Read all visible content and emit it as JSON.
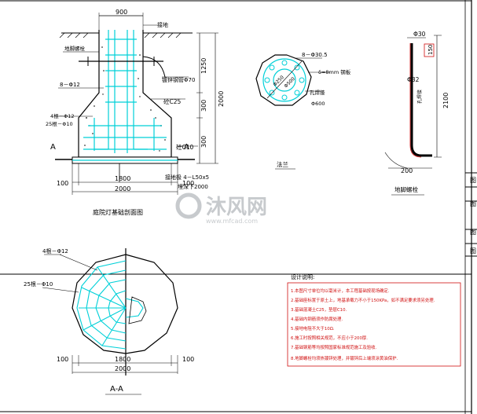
{
  "elevation": {
    "top_width": "900",
    "label_top_right": "接地",
    "label_anchor_bolt": "地脚螺栓",
    "label_conduit": "镀锌钢管Φ70",
    "label_ring_bar": "8－Φ12",
    "label_concrete": "砼C25",
    "label_main_bar": "4根－Φ12",
    "label_stirrup": "25根－Φ10",
    "label_cushion": "砼C10",
    "label_ground": "接地极 4－L50x5",
    "label_ground_depth": "埋深下2000",
    "label_base_inner": "1800",
    "label_base_outer": "2000",
    "label_bottom_left": "100",
    "label_bottom_right": "100",
    "dim_1250": "1250",
    "dim_300a": "300",
    "dim_300b": "300",
    "dim_2000": "2000",
    "section_mark_left": "A",
    "section_mark_right": "A",
    "caption": "庭院灯基础剖面图"
  },
  "flange": {
    "bolt_label": "8－Φ30.5",
    "ring_label": "δ=8mm 钢板",
    "inner_label": "Φ250",
    "mid_label": "Φ500",
    "weld_label": "孔焊接",
    "outer_label": "Φ600",
    "caption": "法兰"
  },
  "anchor": {
    "top_dia": "Φ30",
    "top_len": "150",
    "mid_dia": "Φ32",
    "note": "孔焊接",
    "height": "2100",
    "foot": "200",
    "caption": "地脚螺栓"
  },
  "section": {
    "main_bar": "4根－Φ12",
    "stirrup": "25根－Φ10",
    "left_margin": "100",
    "right_margin": "100",
    "inner_width": "1800",
    "outer_width": "2000",
    "caption": "A-A"
  },
  "notes": {
    "title": "设计说明:",
    "items": [
      "1.本图尺寸单位均以毫米计，本工程基础按现场确定.",
      "2.基础座标置于原土上，地基承载力不小于150KPa，如不满足要求须另处理.",
      "3.基础混凝土C25，垫层C10.",
      "4.基础内钢筋须作防腐处理.",
      "5.接地电阻不大于10Ω.",
      "6.施工时按照相关规范，不应小于200厚.",
      "7.基础钢筋等均按照国家标准规范施工及验收.",
      "8.地脚螺栓均须热镀锌处理，并镀锌后上端须涂黄油保护."
    ]
  },
  "watermark": {
    "brand": "沐风网",
    "url": "www.mfcad.com"
  },
  "title_block": {
    "cells": [
      "图",
      "图",
      "图",
      "图"
    ]
  },
  "colors": {
    "rebar": "#00d0d8",
    "note_box": "#d01010",
    "line": "#000000",
    "watermark": "#9aa0a6"
  }
}
